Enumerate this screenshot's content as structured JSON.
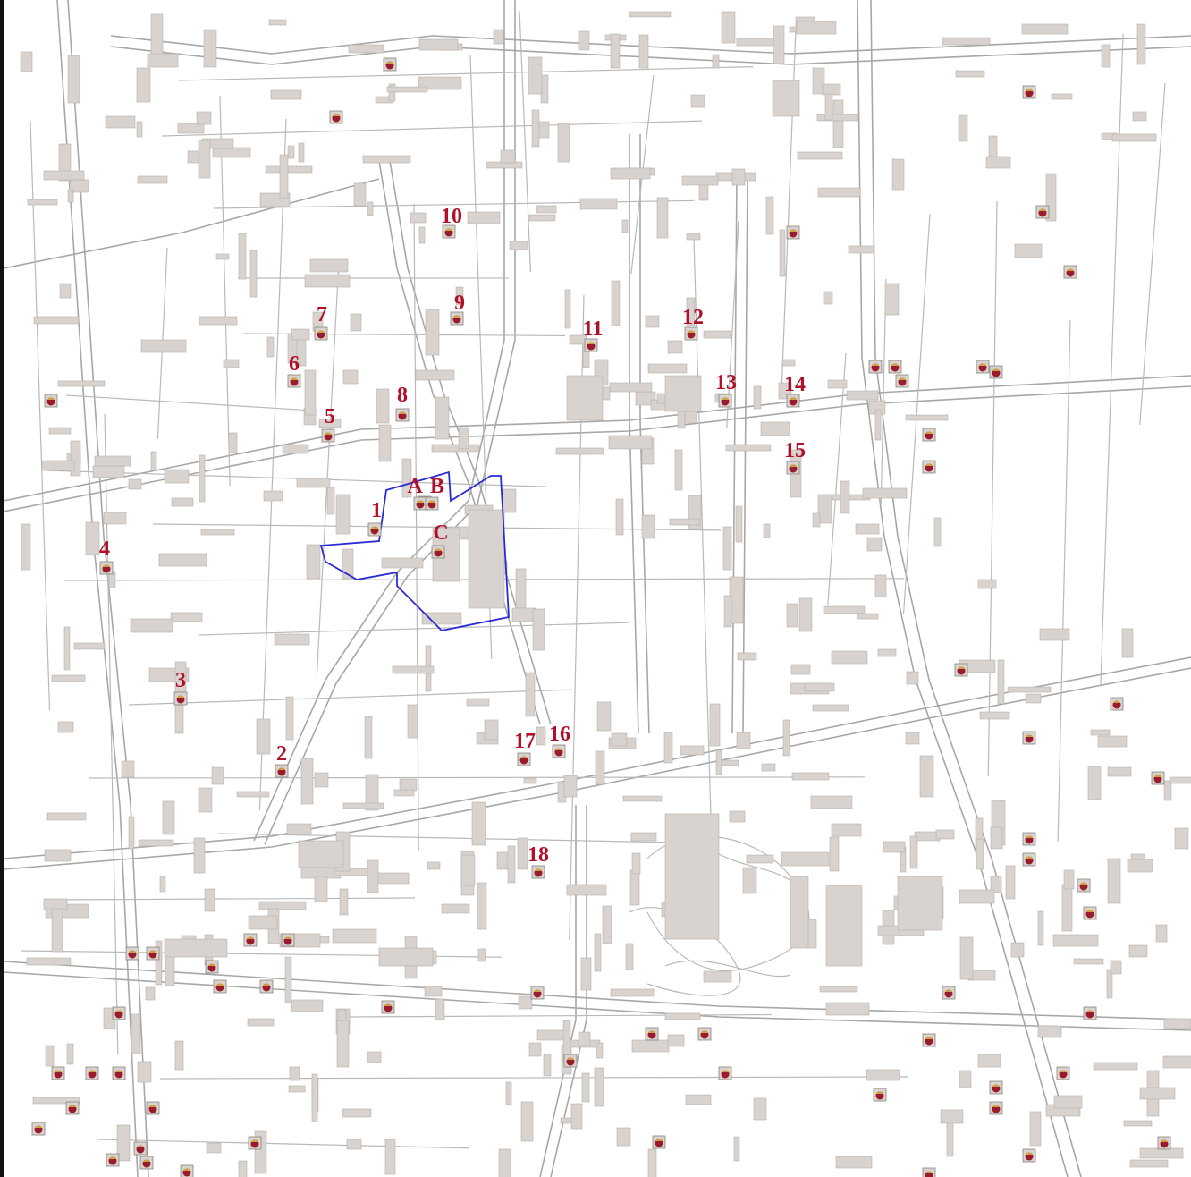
{
  "map": {
    "colors": {
      "background": "#ffffff",
      "roads": "#b9b9b9",
      "buildings": "#d8d3ce",
      "labels": "#b0102a",
      "boundary": "#2b2bd6",
      "marker": "#9b1b2e"
    },
    "labels": [
      "1",
      "2",
      "3",
      "4",
      "5",
      "6",
      "7",
      "8",
      "9",
      "10",
      "11",
      "12",
      "13",
      "14",
      "15",
      "16",
      "17",
      "18",
      "A",
      "B",
      "C"
    ],
    "marker_icon": "location-marker-icon",
    "boundary_name": "study-area-boundary"
  }
}
